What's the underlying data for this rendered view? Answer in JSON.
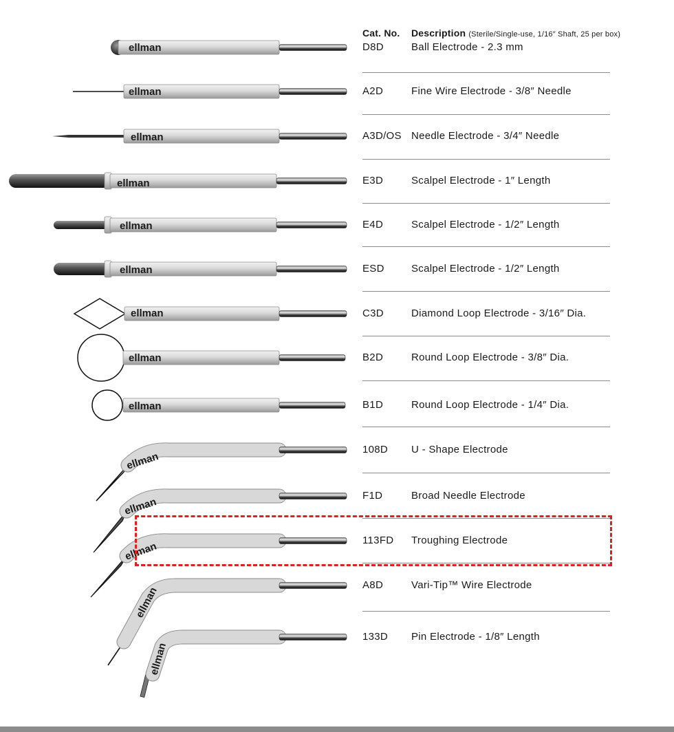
{
  "header": {
    "cat_no_label": "Cat. No.",
    "description_label": "Description",
    "description_note": "(Sterile/Single-use,  1/16″ Shaft, 25 per box)"
  },
  "brand_mark": "ellman",
  "products": [
    {
      "cat": "D8D",
      "desc": "Ball Electrode - 2.3 mm",
      "tip": "ball"
    },
    {
      "cat": "A2D",
      "desc": "Fine Wire Electrode - 3/8″ Needle",
      "tip": "fine-wire"
    },
    {
      "cat": "A3D/OS",
      "desc": "Needle Electrode - 3/4″ Needle",
      "tip": "needle"
    },
    {
      "cat": "E3D",
      "desc": "Scalpel Electrode - 1″ Length",
      "tip": "scalpel-long"
    },
    {
      "cat": "E4D",
      "desc": "Scalpel Electrode - 1/2″ Length",
      "tip": "scalpel-short"
    },
    {
      "cat": "ESD",
      "desc": "Scalpel Electrode - 1/2″ Length",
      "tip": "scalpel-wide"
    },
    {
      "cat": "C3D",
      "desc": "Diamond Loop Electrode - 3/16″ Dia.",
      "tip": "diamond-loop"
    },
    {
      "cat": "B2D",
      "desc": "Round Loop Electrode - 3/8″ Dia.",
      "tip": "round-loop-large"
    },
    {
      "cat": "B1D",
      "desc": "Round Loop Electrode - 1/4″ Dia.",
      "tip": "round-loop-small"
    },
    {
      "cat": "108D",
      "desc": "U - Shape Electrode",
      "tip": "bent-blade"
    },
    {
      "cat": "F1D",
      "desc": "Broad Needle Electrode",
      "tip": "bent-broad-needle"
    },
    {
      "cat": "113FD",
      "desc": "Troughing Electrode",
      "tip": "bent-troughing",
      "highlighted": true
    },
    {
      "cat": "A8D",
      "desc": "Vari-Tip™ Wire Electrode",
      "tip": "bent-wire"
    },
    {
      "cat": "133D",
      "desc": "Pin Electrode - 1/8″ Length",
      "tip": "bent-pin"
    }
  ],
  "colors": {
    "highlight": "#e02020",
    "rule": "#8a8a8a",
    "text": "#1a1a1a"
  }
}
